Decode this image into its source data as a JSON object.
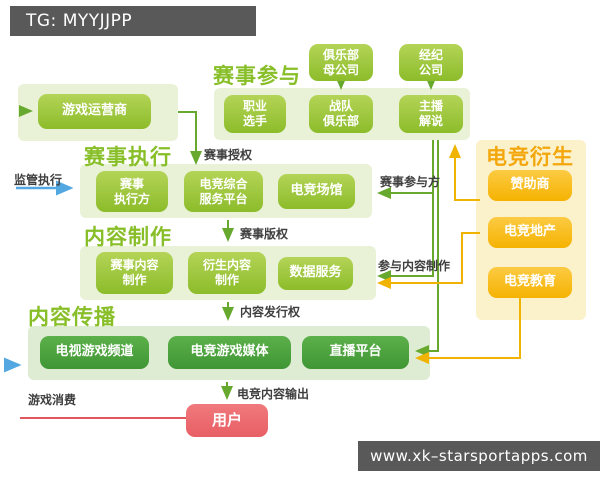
{
  "header": {
    "badge": "TG: MYYJJPP"
  },
  "footer": {
    "badge": "www.xk–starsportapps.com"
  },
  "colors": {
    "node_green": "#8cbc2a",
    "node_dark_green": "#3f9634",
    "node_yellow": "#f5b201",
    "node_red": "#e85f64",
    "wire_green": "#67a92e",
    "wire_yellow": "#f0b400",
    "wire_blue": "#53a8e2",
    "wire_red": "#e2575b",
    "panel_green": "#e9f2d6",
    "panel_yellow": "#fbf2cc",
    "title_green": "#88bf28",
    "title_yellow": "#f3a70c"
  },
  "diagram": {
    "operator": {
      "label": "游戏运营商"
    },
    "participation": {
      "title": "赛事参与",
      "club_parent": "俱乐部\n母公司",
      "agency": "经纪\n公司",
      "pro_player": "职业\n选手",
      "team_club": "战队\n俱乐部",
      "anchor": "主播\n解说"
    },
    "execution": {
      "title": "赛事执行",
      "executor": "赛事\n执行方",
      "platform": "电竞综合\n服务平台",
      "venue": "电竞场馆"
    },
    "production": {
      "title": "内容制作",
      "event_content": "赛事内容\n制作",
      "derivative_content": "衍生内容\n制作",
      "data_service": "数据服务"
    },
    "dissemination": {
      "title": "内容传播",
      "tv_channel": "电视游戏频道",
      "game_media": "电竞游戏媒体",
      "streaming": "直播平台"
    },
    "derivatives": {
      "title": "电竞衍生",
      "sponsor": "赞助商",
      "real_estate": "电竞地产",
      "education": "电竞教育"
    },
    "user": {
      "label": "用户"
    },
    "labels": {
      "supervision": "监管执行",
      "authorization": "赛事授权",
      "participants": "赛事参与方",
      "copyright": "赛事版权",
      "join_production": "参与内容制作",
      "distribution": "内容发行权",
      "output": "电竞内容输出",
      "consumption": "游戏消费"
    }
  }
}
